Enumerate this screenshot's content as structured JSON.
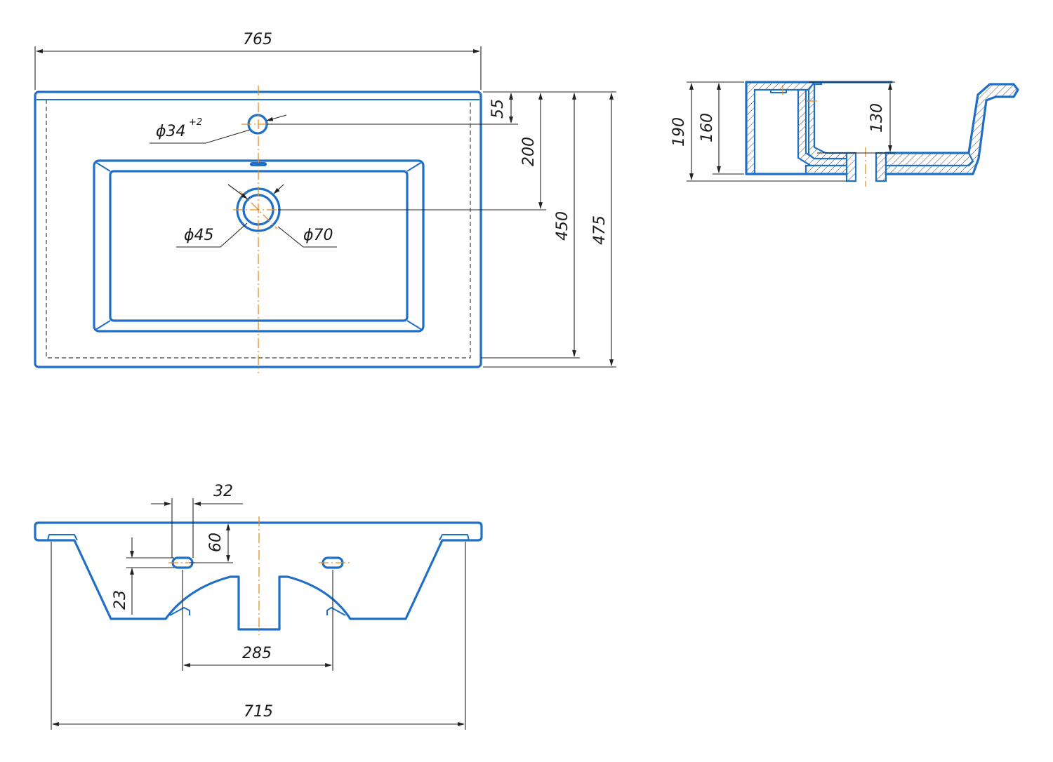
{
  "colors": {
    "outline": "#1f6fc6",
    "center": "#e88a1a",
    "dimension": "#222222"
  },
  "top_view": {
    "width_label": "765",
    "tap_hole_label": "ϕ34",
    "tap_tolerance": "+2",
    "drain_inner_label": "ϕ45",
    "drain_outer_label": "ϕ70",
    "dim_55": "55",
    "dim_200": "200",
    "dim_450": "450",
    "dim_475": "475"
  },
  "side_section": {
    "dim_190": "190",
    "dim_160": "160",
    "dim_130": "130"
  },
  "front_view": {
    "dim_32": "32",
    "dim_60": "60",
    "dim_23": "23",
    "dim_285": "285",
    "dim_715": "715"
  }
}
